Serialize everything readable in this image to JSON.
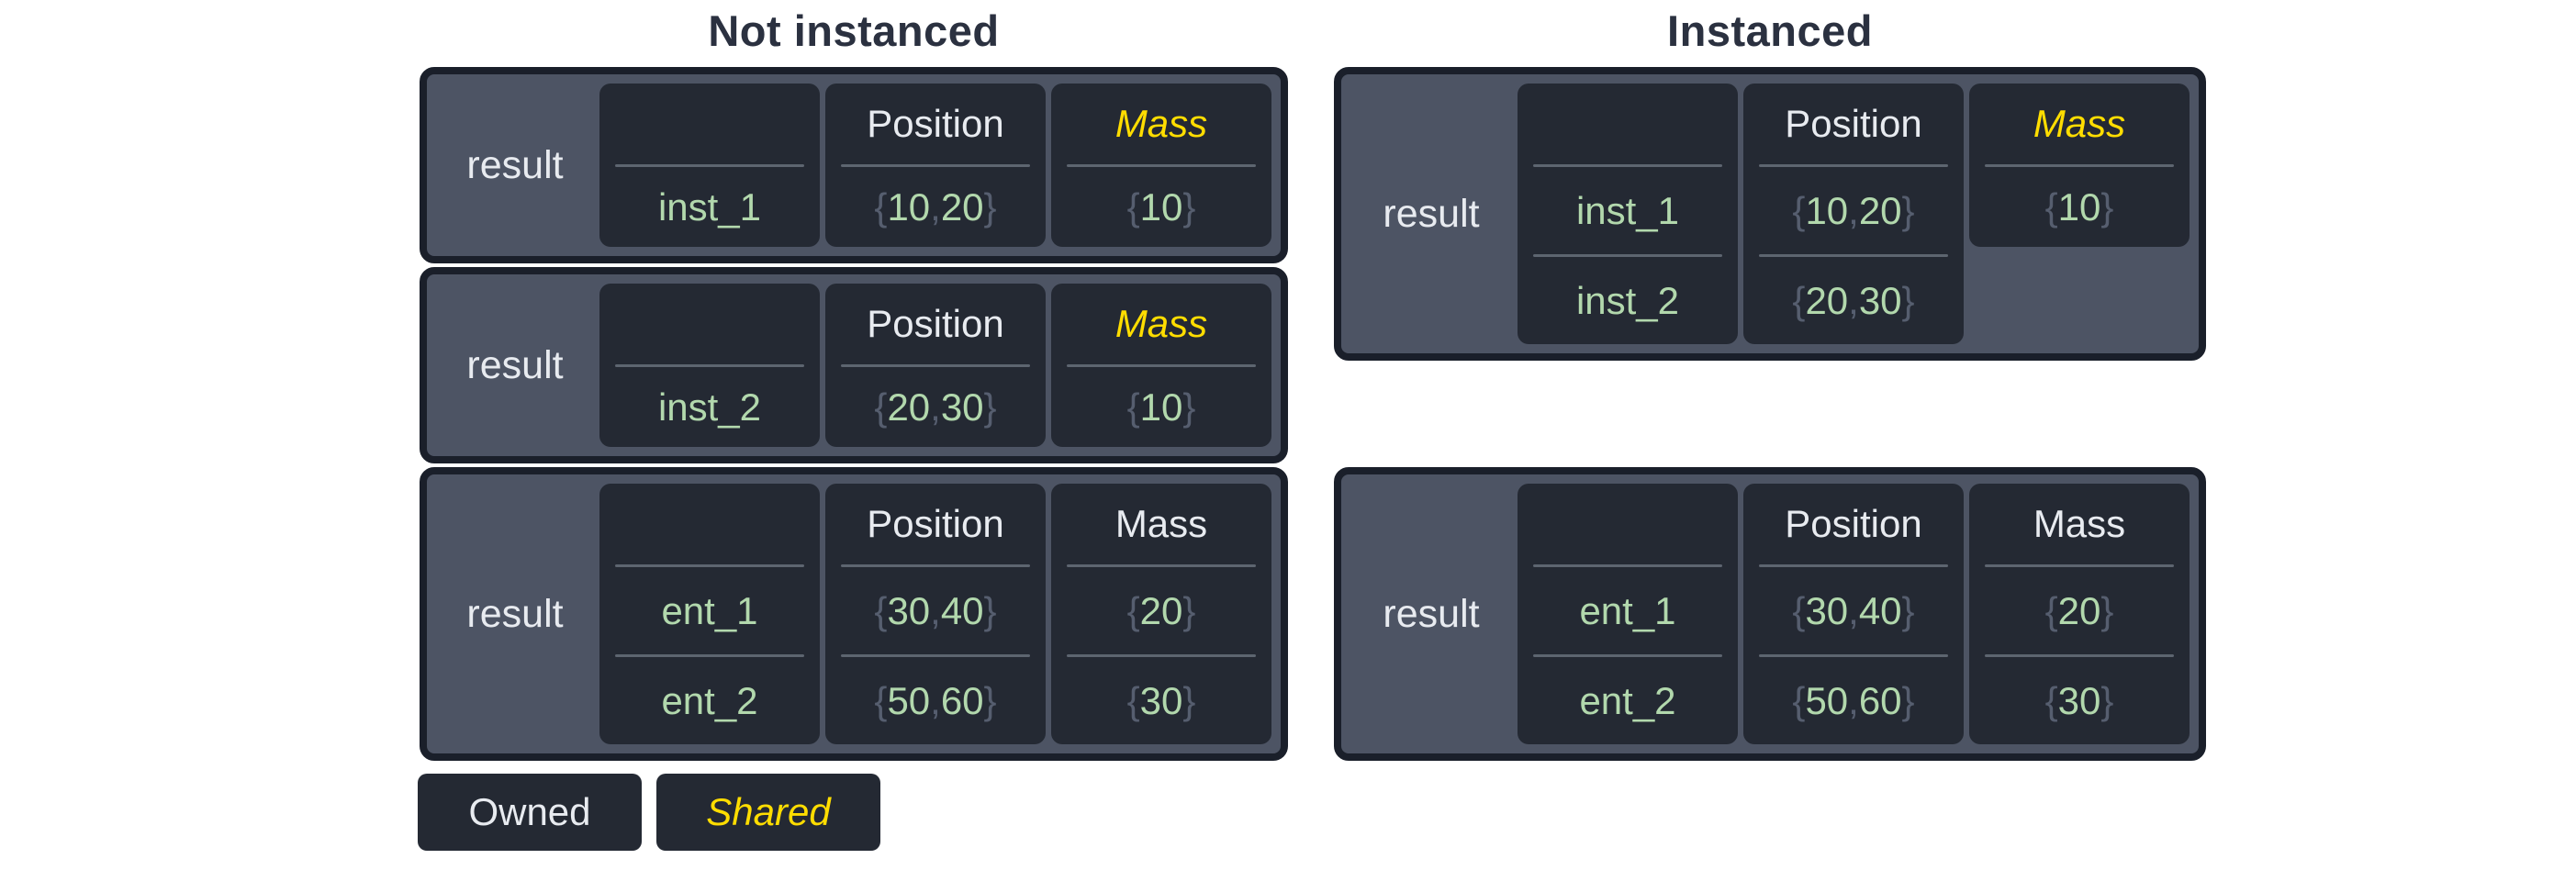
{
  "titles": {
    "left": "Not instanced",
    "right": "Instanced"
  },
  "legend": {
    "owned_label": "Owned",
    "shared_label": "Shared"
  },
  "colors": {
    "shared_accent": "#ffdd00",
    "value_green": "#b2d8ad",
    "brace_gray": "#565e6f",
    "cell_bg": "#242933",
    "panel_bg": "#4d5464",
    "outer_border": "#1a1f2a",
    "divider": "#5d6570",
    "text_light": "#e8ebf0",
    "title_dark": "#2b3140",
    "page_bg": "#ffffff"
  },
  "tables": [
    {
      "id": "l1",
      "group": "not-instanced",
      "pos_class": "pos-l1",
      "row_label": "result",
      "rows": 1,
      "columns": [
        {
          "key": "entity",
          "header": "",
          "shared": false,
          "cells": [
            {
              "text": "inst_1",
              "braced": false
            }
          ]
        },
        {
          "key": "position",
          "header": "Position",
          "shared": false,
          "cells": [
            {
              "text": "10, 20",
              "braced": true
            }
          ]
        },
        {
          "key": "mass",
          "header": "Mass",
          "shared": true,
          "cells": [
            {
              "text": "10",
              "braced": true
            }
          ]
        }
      ]
    },
    {
      "id": "l2",
      "group": "not-instanced",
      "pos_class": "pos-l2",
      "row_label": "result",
      "rows": 1,
      "columns": [
        {
          "key": "entity",
          "header": "",
          "shared": false,
          "cells": [
            {
              "text": "inst_2",
              "braced": false
            }
          ]
        },
        {
          "key": "position",
          "header": "Position",
          "shared": false,
          "cells": [
            {
              "text": "20, 30",
              "braced": true
            }
          ]
        },
        {
          "key": "mass",
          "header": "Mass",
          "shared": true,
          "cells": [
            {
              "text": "10",
              "braced": true
            }
          ]
        }
      ]
    },
    {
      "id": "l3",
      "group": "not-instanced",
      "pos_class": "pos-l3",
      "row_label": "result",
      "rows": 2,
      "columns": [
        {
          "key": "entity",
          "header": "",
          "shared": false,
          "cells": [
            {
              "text": "ent_1",
              "braced": false
            },
            {
              "text": "ent_2",
              "braced": false
            }
          ]
        },
        {
          "key": "position",
          "header": "Position",
          "shared": false,
          "cells": [
            {
              "text": "30, 40",
              "braced": true
            },
            {
              "text": "50, 60",
              "braced": true
            }
          ]
        },
        {
          "key": "mass",
          "header": "Mass",
          "shared": false,
          "cells": [
            {
              "text": "20",
              "braced": true
            },
            {
              "text": "30",
              "braced": true
            }
          ]
        }
      ]
    },
    {
      "id": "r1",
      "group": "instanced",
      "pos_class": "pos-r1",
      "row_label": "result",
      "rows": 2,
      "columns": [
        {
          "key": "entity",
          "header": "",
          "shared": false,
          "cells": [
            {
              "text": "inst_1",
              "braced": false
            },
            {
              "text": "inst_2",
              "braced": false
            }
          ]
        },
        {
          "key": "position",
          "header": "Position",
          "shared": false,
          "cells": [
            {
              "text": "10, 20",
              "braced": true
            },
            {
              "text": "20, 30",
              "braced": true
            }
          ]
        },
        {
          "key": "mass",
          "header": "Mass",
          "shared": true,
          "cells": [
            {
              "text": "10",
              "braced": true
            }
          ]
        }
      ]
    },
    {
      "id": "r2",
      "group": "instanced",
      "pos_class": "pos-r2",
      "row_label": "result",
      "rows": 2,
      "columns": [
        {
          "key": "entity",
          "header": "",
          "shared": false,
          "cells": [
            {
              "text": "ent_1",
              "braced": false
            },
            {
              "text": "ent_2",
              "braced": false
            }
          ]
        },
        {
          "key": "position",
          "header": "Position",
          "shared": false,
          "cells": [
            {
              "text": "30, 40",
              "braced": true
            },
            {
              "text": "50, 60",
              "braced": true
            }
          ]
        },
        {
          "key": "mass",
          "header": "Mass",
          "shared": false,
          "cells": [
            {
              "text": "20",
              "braced": true
            },
            {
              "text": "30",
              "braced": true
            }
          ]
        }
      ]
    }
  ]
}
